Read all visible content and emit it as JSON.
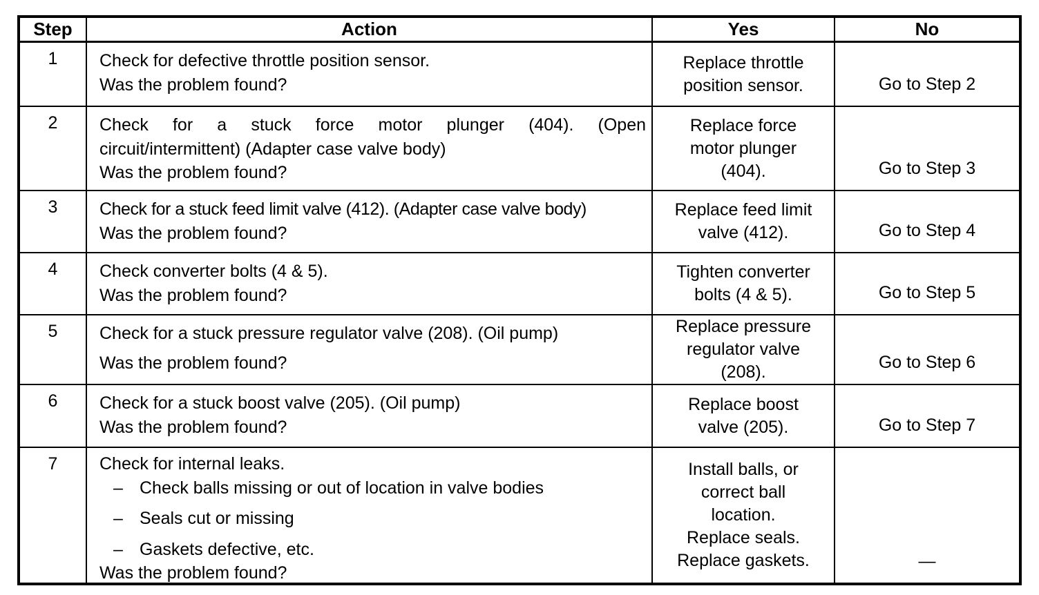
{
  "page": {
    "background": "#ffffff",
    "ink": "#000000"
  },
  "table": {
    "headers": {
      "step": "Step",
      "action": "Action",
      "yes": "Yes",
      "no": "No"
    },
    "rows": [
      {
        "step": "1",
        "action": "Check for defective throttle position sensor.",
        "question": "Was the problem found?",
        "yes_lines": [
          "Replace throttle",
          "position sensor."
        ],
        "no": "Go to Step 2"
      },
      {
        "step": "2",
        "action_line1": "Check for a stuck force motor plunger (404). (Open",
        "action_line2": "circuit/intermittent) (Adapter case valve body)",
        "question": "Was the problem found?",
        "yes_lines": [
          "Replace force",
          "motor plunger",
          "(404)."
        ],
        "no": "Go to Step 3"
      },
      {
        "step": "3",
        "action": "Check for a stuck feed limit valve (412). (Adapter case valve body)",
        "question": "Was the problem found?",
        "yes_lines": [
          "Replace feed limit",
          "valve (412)."
        ],
        "no": "Go to Step 4"
      },
      {
        "step": "4",
        "action": "Check converter bolts (4 & 5).",
        "question": "Was the problem found?",
        "yes_lines": [
          "Tighten converter",
          "bolts (4 & 5)."
        ],
        "no": "Go to Step 5"
      },
      {
        "step": "5",
        "action": "Check for a stuck pressure regulator valve (208). (Oil pump)",
        "question": "Was the problem found?",
        "yes_lines": [
          "Replace pressure",
          "regulator valve",
          "(208)."
        ],
        "no": "Go to Step 6"
      },
      {
        "step": "6",
        "action": "Check for a stuck boost valve (205). (Oil pump)",
        "question": "Was the problem found?",
        "yes_lines": [
          "Replace boost",
          "valve (205)."
        ],
        "no": "Go to Step 7"
      },
      {
        "step": "7",
        "action": "Check for internal leaks.",
        "bullet_dash": "–",
        "bullets": [
          "Check balls missing or out of location in valve bodies",
          "Seals cut or missing",
          "Gaskets defective, etc."
        ],
        "question": "Was the problem found?",
        "yes_lines": [
          "Install balls, or",
          "correct ball",
          "location.",
          "Replace seals.",
          "Replace gaskets."
        ],
        "no": "—"
      }
    ]
  }
}
